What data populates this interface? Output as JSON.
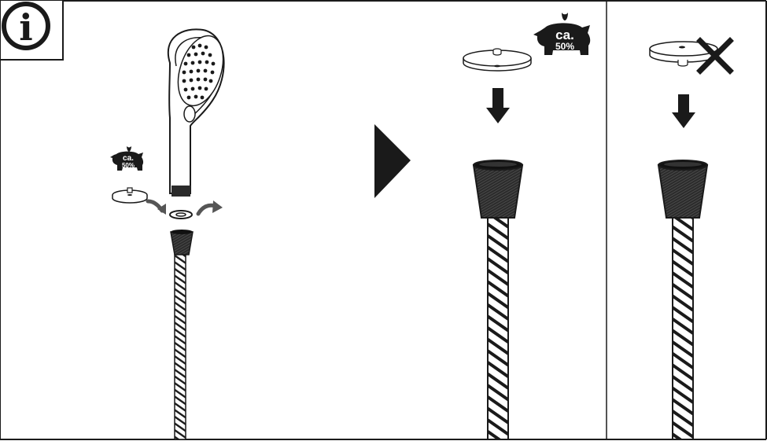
{
  "info_icon": {
    "glyph": "i"
  },
  "panels": {
    "overview": {
      "badge": {
        "line1": "ca.",
        "line2": "50%"
      }
    },
    "correct": {
      "badge": {
        "line1": "ca.",
        "line2": "50%"
      }
    },
    "incorrect": {}
  },
  "colors": {
    "ink": "#1a1a1a",
    "dark_fill": "#2b2b2b",
    "arrow_gray": "#555555",
    "paper": "#ffffff"
  }
}
